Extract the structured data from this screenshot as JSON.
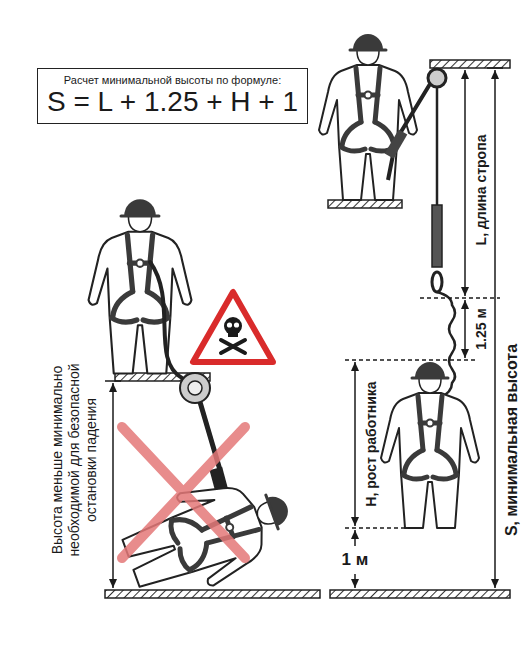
{
  "diagram": {
    "nodes": [
      {
        "text": [
          "Расчет минимальной высоты по формуле:",
          "S = L + 1.25 + H + 1"
        ]
      }
    ],
    "labels": [
      "Высота меньше минимально необходимой для безопасной остановки падения",
      "L, длина стропа",
      "1.25 м",
      "H, рост работника",
      "1 м",
      "S, минимальная высота"
    ]
  }
}
